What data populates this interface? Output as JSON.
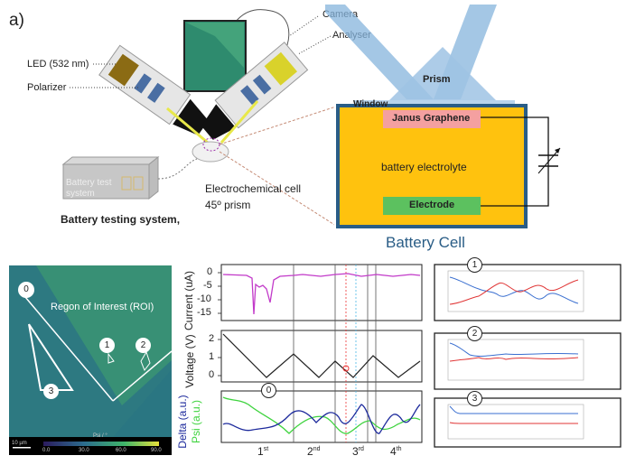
{
  "panel_label": "a)",
  "setup": {
    "camera": "Camera",
    "analyser": "Analyser",
    "led": "LED (532 nm)",
    "polarizer": "Polarizer",
    "electrochemical_cell": "Electrochemical cell",
    "prism_angle": "45º prism",
    "battery_box_text_1": "Battery test",
    "battery_box_text_2": "system",
    "battery_testing_system": "Battery testing system,"
  },
  "battery_cell": {
    "title": "Battery Cell",
    "prism": "Prism",
    "window": "Window",
    "janus": "Janus Graphene",
    "electrolyte": "battery electrolyte",
    "electrode": "Electrode",
    "colors": {
      "border": "#2a5d86",
      "electrolyte": "#ffc20e",
      "janus": "#f4a0a0",
      "electrode": "#5cc15f",
      "beam": "#86b4dc",
      "window": "#b9d4ec"
    }
  },
  "roi_image": {
    "roi_label": "Regon of Interest (ROI)",
    "markers": [
      "0",
      "1",
      "2",
      "3"
    ],
    "scalebar_left": "10 µm",
    "colorbar_ticks": [
      "0.0",
      "30.0",
      "60.0",
      "90.0"
    ],
    "colorbar_title": "Psi / °"
  },
  "plots": {
    "current_label": "Current (uA)",
    "current_ticks": [
      "0",
      "-5",
      "-10",
      "-15"
    ],
    "voltage_label": "Voltage (V)",
    "voltage_ticks": [
      "2",
      "1",
      "0"
    ],
    "delta_label": "Delta (a.u.)",
    "psi_label": "Psi (a.u.)",
    "marker_zero": "0",
    "cycles": [
      {
        "n": "1",
        "sup": "st"
      },
      {
        "n": "2",
        "sup": "nd"
      },
      {
        "n": "3",
        "sup": "rd"
      },
      {
        "n": "4",
        "sup": "th"
      }
    ],
    "colors": {
      "current": "#c23ac9",
      "voltage": "#222222",
      "delta": "#1d2a9c",
      "psi": "#3fd33f"
    }
  },
  "small_plots": [
    {
      "marker": "1"
    },
    {
      "marker": "2"
    },
    {
      "marker": "3"
    }
  ]
}
